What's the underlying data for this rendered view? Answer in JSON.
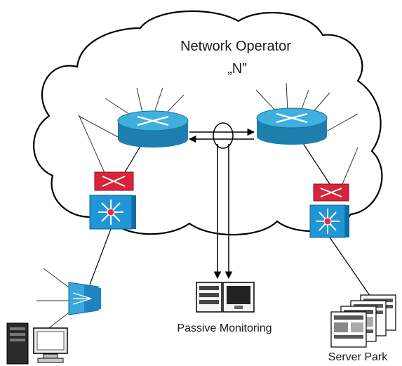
{
  "cloud": {
    "title_line1": "Network Operator",
    "title_line2": "„N”"
  },
  "labels": {
    "passive_monitoring": "Passive Monitoring",
    "server_park": "Server Park"
  },
  "colors": {
    "router_blue": "#2f9fcf",
    "switch_red": "#d8243a",
    "switch_blue": "#2196d6",
    "link": "#000000",
    "cloud_fill": "#ffffff"
  },
  "icons": {
    "router_left": "router-icon",
    "router_right": "router-icon",
    "switch_left": "multilayer-switch-icon",
    "switch_right": "multilayer-switch-icon",
    "access_device": "access-concentrator-icon",
    "monitor": "monitoring-station-icon",
    "servers": "server-rack-icon",
    "workstation": "workstation-icon"
  }
}
